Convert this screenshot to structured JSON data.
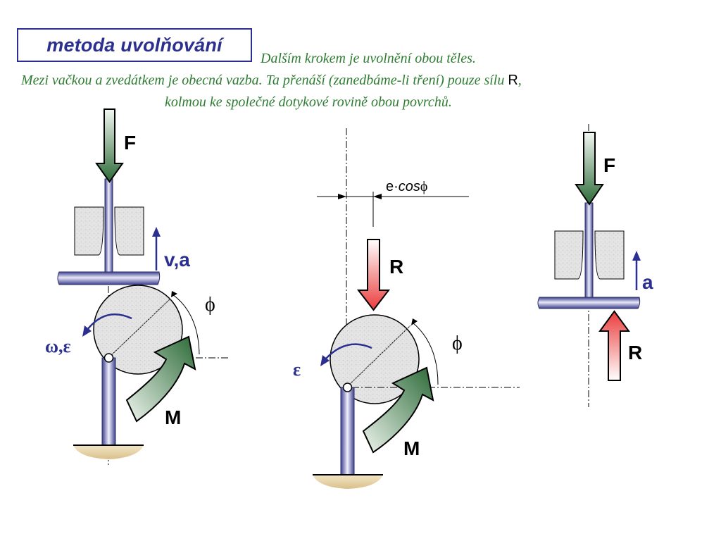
{
  "title": "metoda uvolňování",
  "text": {
    "line1": "Dalším krokem je uvolnění obou těles.",
    "line2_pre": "Mezi vačkou a zvedátkem je obecná vazba. Ta přenáší (zanedbáme-li tření) pouze sílu ",
    "line2_symbol": "R",
    "line2_post": ",",
    "line3": "kolmou ke společné dotykové rovině obou povrchů."
  },
  "labels": {
    "left_force": "F",
    "left_velocity": "v,a",
    "left_phi": "ϕ",
    "left_omega": "ω,ε",
    "left_moment": "M",
    "mid_dim_e": "e·",
    "mid_dim_cos": "cos",
    "mid_dim_phi": "ϕ",
    "mid_force": "R",
    "mid_phi": "ϕ",
    "mid_epsilon": "ε",
    "mid_moment": "M",
    "right_force_top": "F",
    "right_accel": "a",
    "right_force_bottom": "R"
  },
  "colors": {
    "title_blue": "#2b2f8f",
    "text_green": "#2e7d32",
    "force_green": "#2e6b3a",
    "force_red": "#e8423f",
    "blue_label": "#2b2f8f",
    "plate_blue": "#5a5fa8"
  }
}
